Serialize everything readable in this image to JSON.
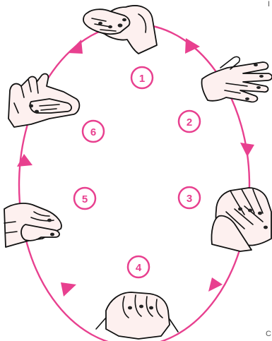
{
  "diagram": {
    "cycle_color": "#e8408f",
    "badge_fill": "#ffffff",
    "steps": [
      {
        "label": "1",
        "icon": "hand-rub-step-1-icon"
      },
      {
        "label": "2",
        "icon": "hand-rub-step-2-icon"
      },
      {
        "label": "3",
        "icon": "hand-rub-step-3-icon"
      },
      {
        "label": "4",
        "icon": "hand-rub-step-4-icon"
      },
      {
        "label": "5",
        "icon": "hand-rub-step-5-icon"
      },
      {
        "label": "6",
        "icon": "hand-rub-step-6-icon"
      }
    ],
    "edge_marks": {
      "top_right": "I",
      "bottom_right": "C"
    }
  }
}
